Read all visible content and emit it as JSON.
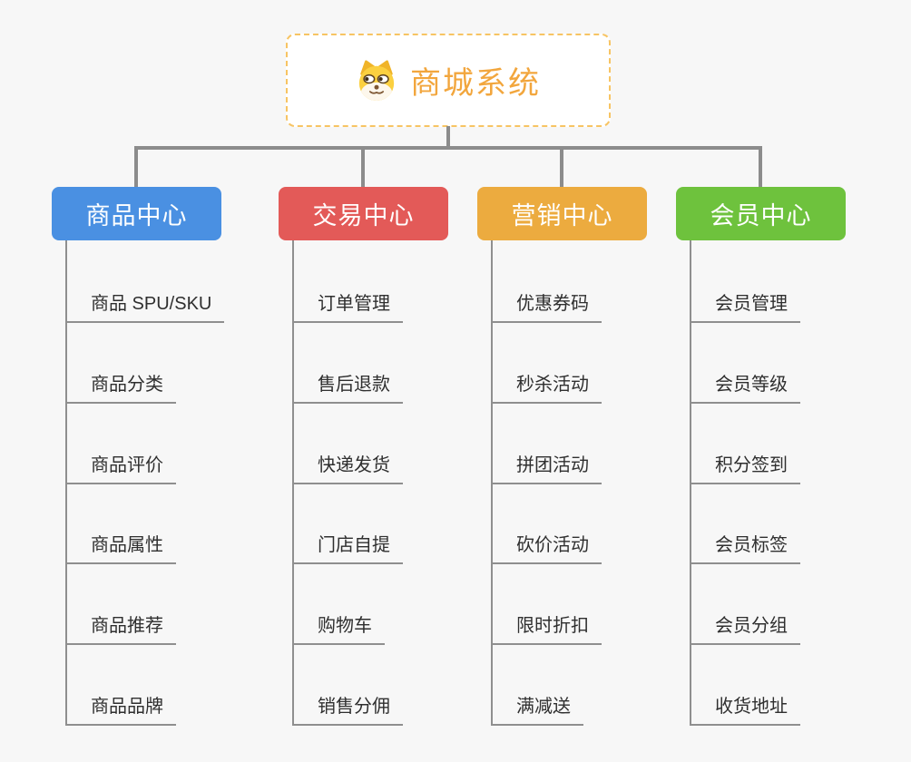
{
  "page": {
    "background": "#f7f7f7",
    "connector_color": "#8c8c8c"
  },
  "root": {
    "title": "商城系统",
    "icon": "doge-icon",
    "text_color": "#f2a63d",
    "border_color": "#f7c463"
  },
  "branches": [
    {
      "label": "商品中心",
      "color": "#4a90e2",
      "children": [
        "商品 SPU/SKU",
        "商品分类",
        "商品评价",
        "商品属性",
        "商品推荐",
        "商品品牌"
      ]
    },
    {
      "label": "交易中心",
      "color": "#e35a58",
      "children": [
        "订单管理",
        "售后退款",
        "快递发货",
        "门店自提",
        "购物车",
        "销售分佣"
      ]
    },
    {
      "label": "营销中心",
      "color": "#ecab3f",
      "children": [
        "优惠券码",
        "秒杀活动",
        "拼团活动",
        "砍价活动",
        "限时折扣",
        "满减送"
      ]
    },
    {
      "label": "会员中心",
      "color": "#6ec23d",
      "children": [
        "会员管理",
        "会员等级",
        "积分签到",
        "会员标签",
        "会员分组",
        "收货地址"
      ]
    }
  ]
}
